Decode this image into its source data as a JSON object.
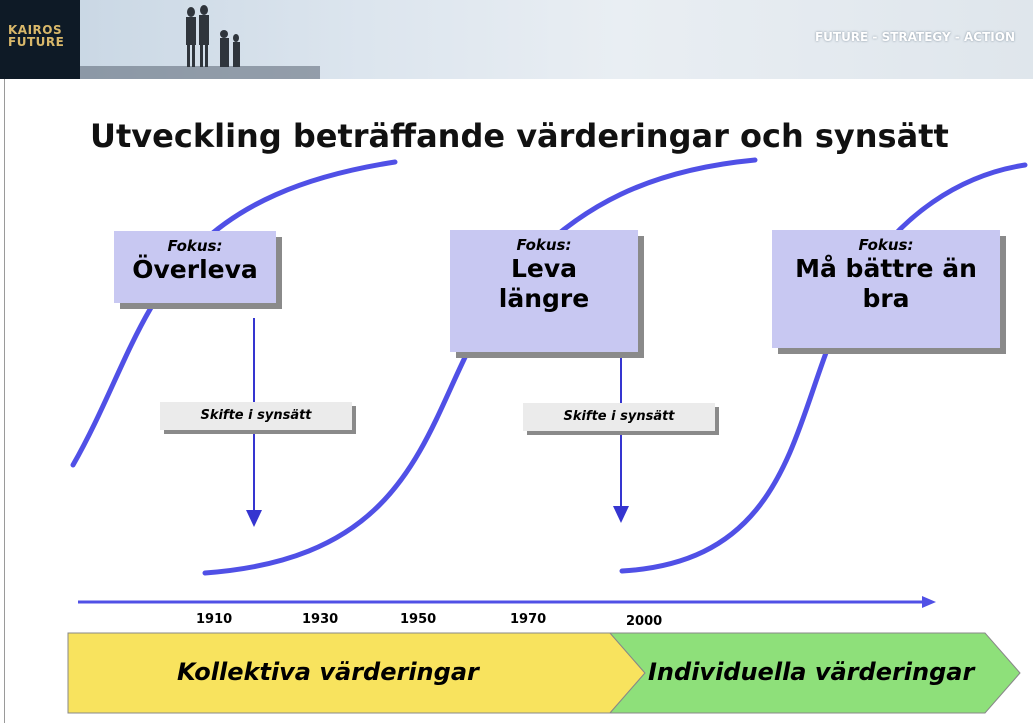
{
  "header": {
    "logo_line1": "KAIROS",
    "logo_line2": "FUTURE",
    "tagline": "FUTURE - STRATEGY - ACTION",
    "background_color": "#dce5ee",
    "logo_color": "#d9b86a"
  },
  "title": "Utveckling beträffande värderingar och synsätt",
  "focus_boxes": [
    {
      "label": "Fokus:",
      "value_line1": "Överleva",
      "value_line2": ""
    },
    {
      "label": "Fokus:",
      "value_line1": "Leva",
      "value_line2": "längre"
    },
    {
      "label": "Fokus:",
      "value_line1": "Må bättre än",
      "value_line2": "bra"
    }
  ],
  "shifts": [
    {
      "label": "Skifte i synsätt"
    },
    {
      "label": "Skifte i synsätt"
    }
  ],
  "timeline": {
    "ticks": [
      "1910",
      "1930",
      "1950",
      "1970",
      "2000"
    ]
  },
  "bands": [
    {
      "label": "Kollektiva värderingar",
      "color": "#f8e35e"
    },
    {
      "label": "Individuella värderingar",
      "color": "#8ee07a"
    }
  ],
  "colors": {
    "curve": "#5050e6",
    "arrow": "#3535d0",
    "focus_box": "#c8c8f2",
    "shift_box": "#ebebeb"
  }
}
